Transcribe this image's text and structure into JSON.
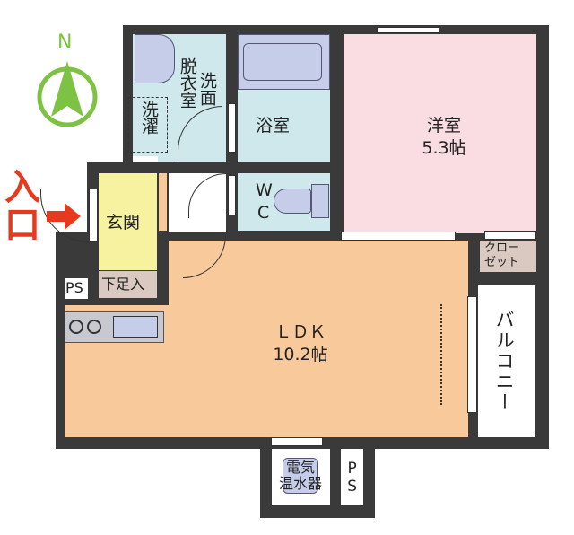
{
  "compass": {
    "label": "N",
    "color": "#7dc242"
  },
  "entrance": {
    "label": "入口",
    "color": "#e53a1e"
  },
  "rooms": {
    "washroom": {
      "label_a": "脱衣室",
      "label_b": "洗面",
      "color": "#cfe8ec"
    },
    "laundry": {
      "label": "洗濯"
    },
    "bath": {
      "label": "浴室",
      "color": "#cfe8ec"
    },
    "western": {
      "label": "洋室",
      "size": "5.3帖",
      "color": "#fadde3"
    },
    "wc": {
      "label_w": "W",
      "label_c": "C",
      "color": "#cfe8ec"
    },
    "genkan": {
      "label": "玄関",
      "color": "#f6f2a0"
    },
    "shoebox": {
      "label": "下足入",
      "color": "#d9c9c0"
    },
    "ps1": {
      "label": "PS"
    },
    "ldk": {
      "label": "ＬＤＫ",
      "size": "10.2帖",
      "color": "#f8c99b"
    },
    "closet": {
      "label_a": "クロー",
      "label_b": "ゼット",
      "color": "#d9c9c0"
    },
    "balcony": {
      "label": "バルコニー"
    },
    "water_heater": {
      "label_a": "電気",
      "label_b": "温水器"
    },
    "ps2": {
      "label": "PS"
    }
  },
  "colors": {
    "wall": "#3a3a3a",
    "fixture": "#c5cde8"
  }
}
